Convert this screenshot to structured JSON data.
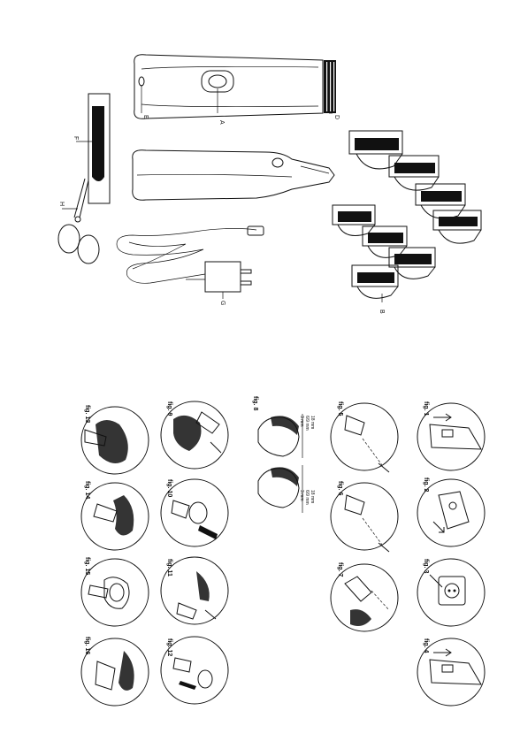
{
  "parts_diagram": {
    "labels": [
      "A",
      "B",
      "D",
      "E",
      "F",
      "G",
      "H"
    ]
  },
  "figures": {
    "labels": [
      "fig. 1",
      "fig. 2",
      "fig. 3",
      "fig. 4",
      "fig. 5",
      "fig. 6",
      "fig. 7",
      "fig. 8",
      "fig. 9",
      "fig. 10",
      "fig. 11",
      "fig. 12",
      "fig. 13",
      "fig. 14",
      "fig. 15",
      "fig. 16"
    ],
    "fig8_measures": {
      "left": [
        "18 mm",
        "6/9 mm",
        "3 mm"
      ],
      "right": [
        "18 mm",
        "6/9 mm",
        "3 mm"
      ]
    }
  },
  "colors": {
    "ink": "#111111",
    "paper": "#ffffff"
  }
}
